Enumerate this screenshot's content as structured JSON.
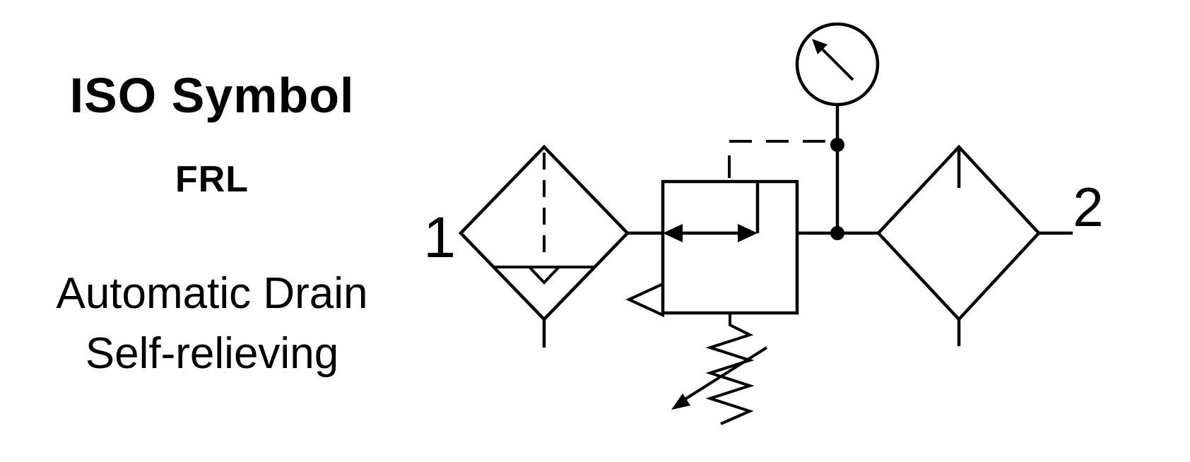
{
  "page": {
    "background": "#ffffff",
    "ink": "#000000"
  },
  "title_block": {
    "title": "ISO Symbol",
    "subtitle": "FRL",
    "caption_line1": "Automatic Drain",
    "caption_line2": "Self-relieving"
  },
  "diagram": {
    "port_in_label": "1",
    "port_out_label": "2",
    "components": [
      "filter-with-automatic-drain",
      "pressure-regulator-self-relieving",
      "adjustable-spring",
      "pressure-gauge",
      "lubricator"
    ]
  }
}
